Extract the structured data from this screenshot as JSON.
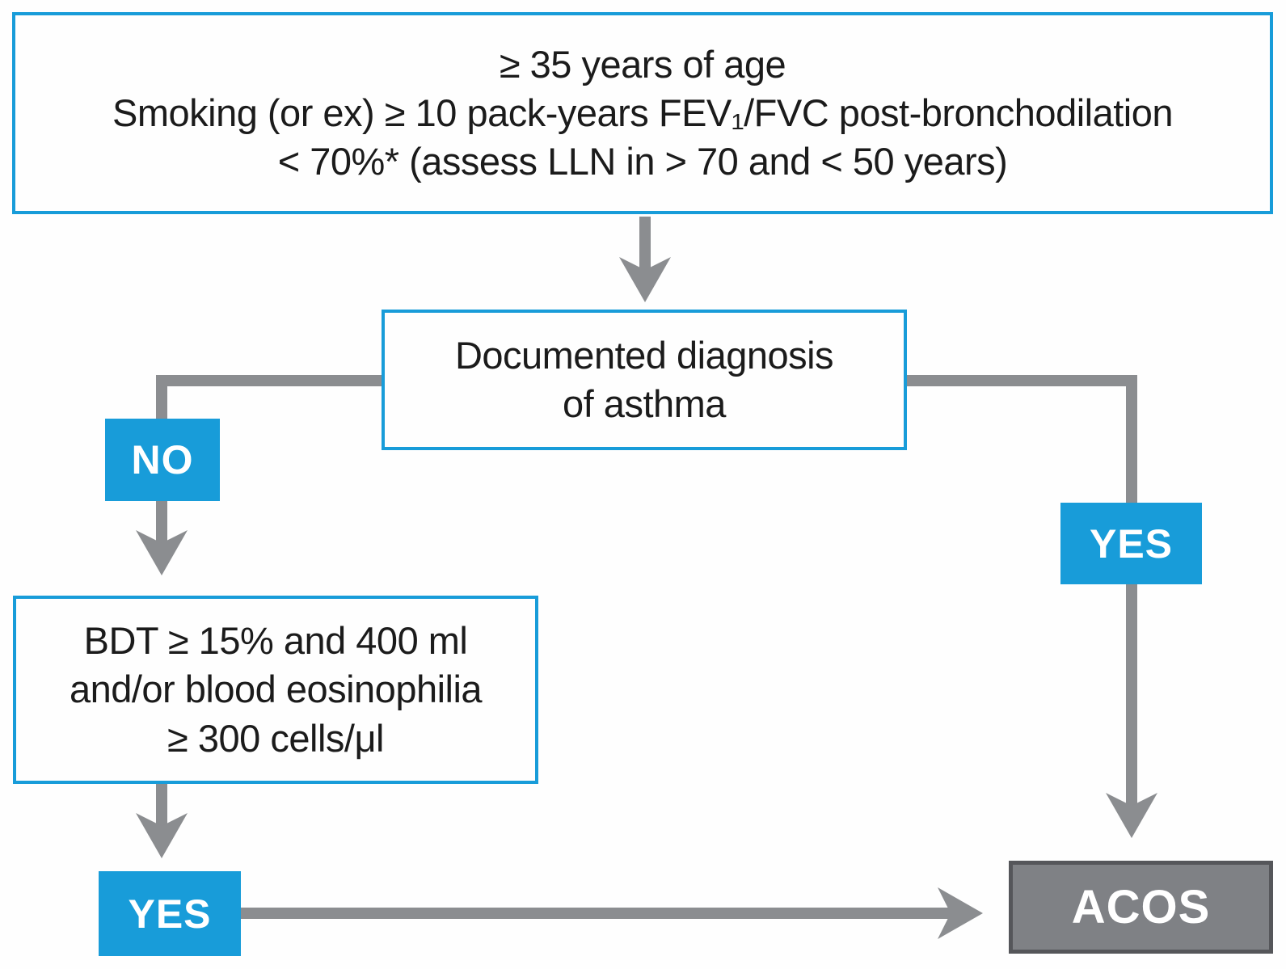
{
  "colors": {
    "accent_blue": "#189cd9",
    "arrow_gray": "#8b8d90",
    "acos_fill": "#7f8185",
    "acos_border": "#55565a",
    "text_dark": "#1b1b1b",
    "label_text": "#ffffff"
  },
  "nodes": {
    "criteria": {
      "lines": [
        "≥ 35 years of age",
        "Smoking (or ex) ≥ 10 pack-years FEV₁/FVC post-bronchodilation",
        "< 70%* (assess LLN in > 70 and < 50 years)"
      ]
    },
    "asthma": {
      "lines": [
        "Documented diagnosis",
        "of asthma"
      ]
    },
    "bdt": {
      "lines": [
        "BDT ≥ 15% and 400 ml",
        "and/or blood eosinophilia",
        "≥ 300 cells/μl"
      ]
    },
    "acos": {
      "label": "ACOS"
    }
  },
  "labels": {
    "no": "NO",
    "yes_asthma": "YES",
    "yes_bdt": "YES"
  }
}
